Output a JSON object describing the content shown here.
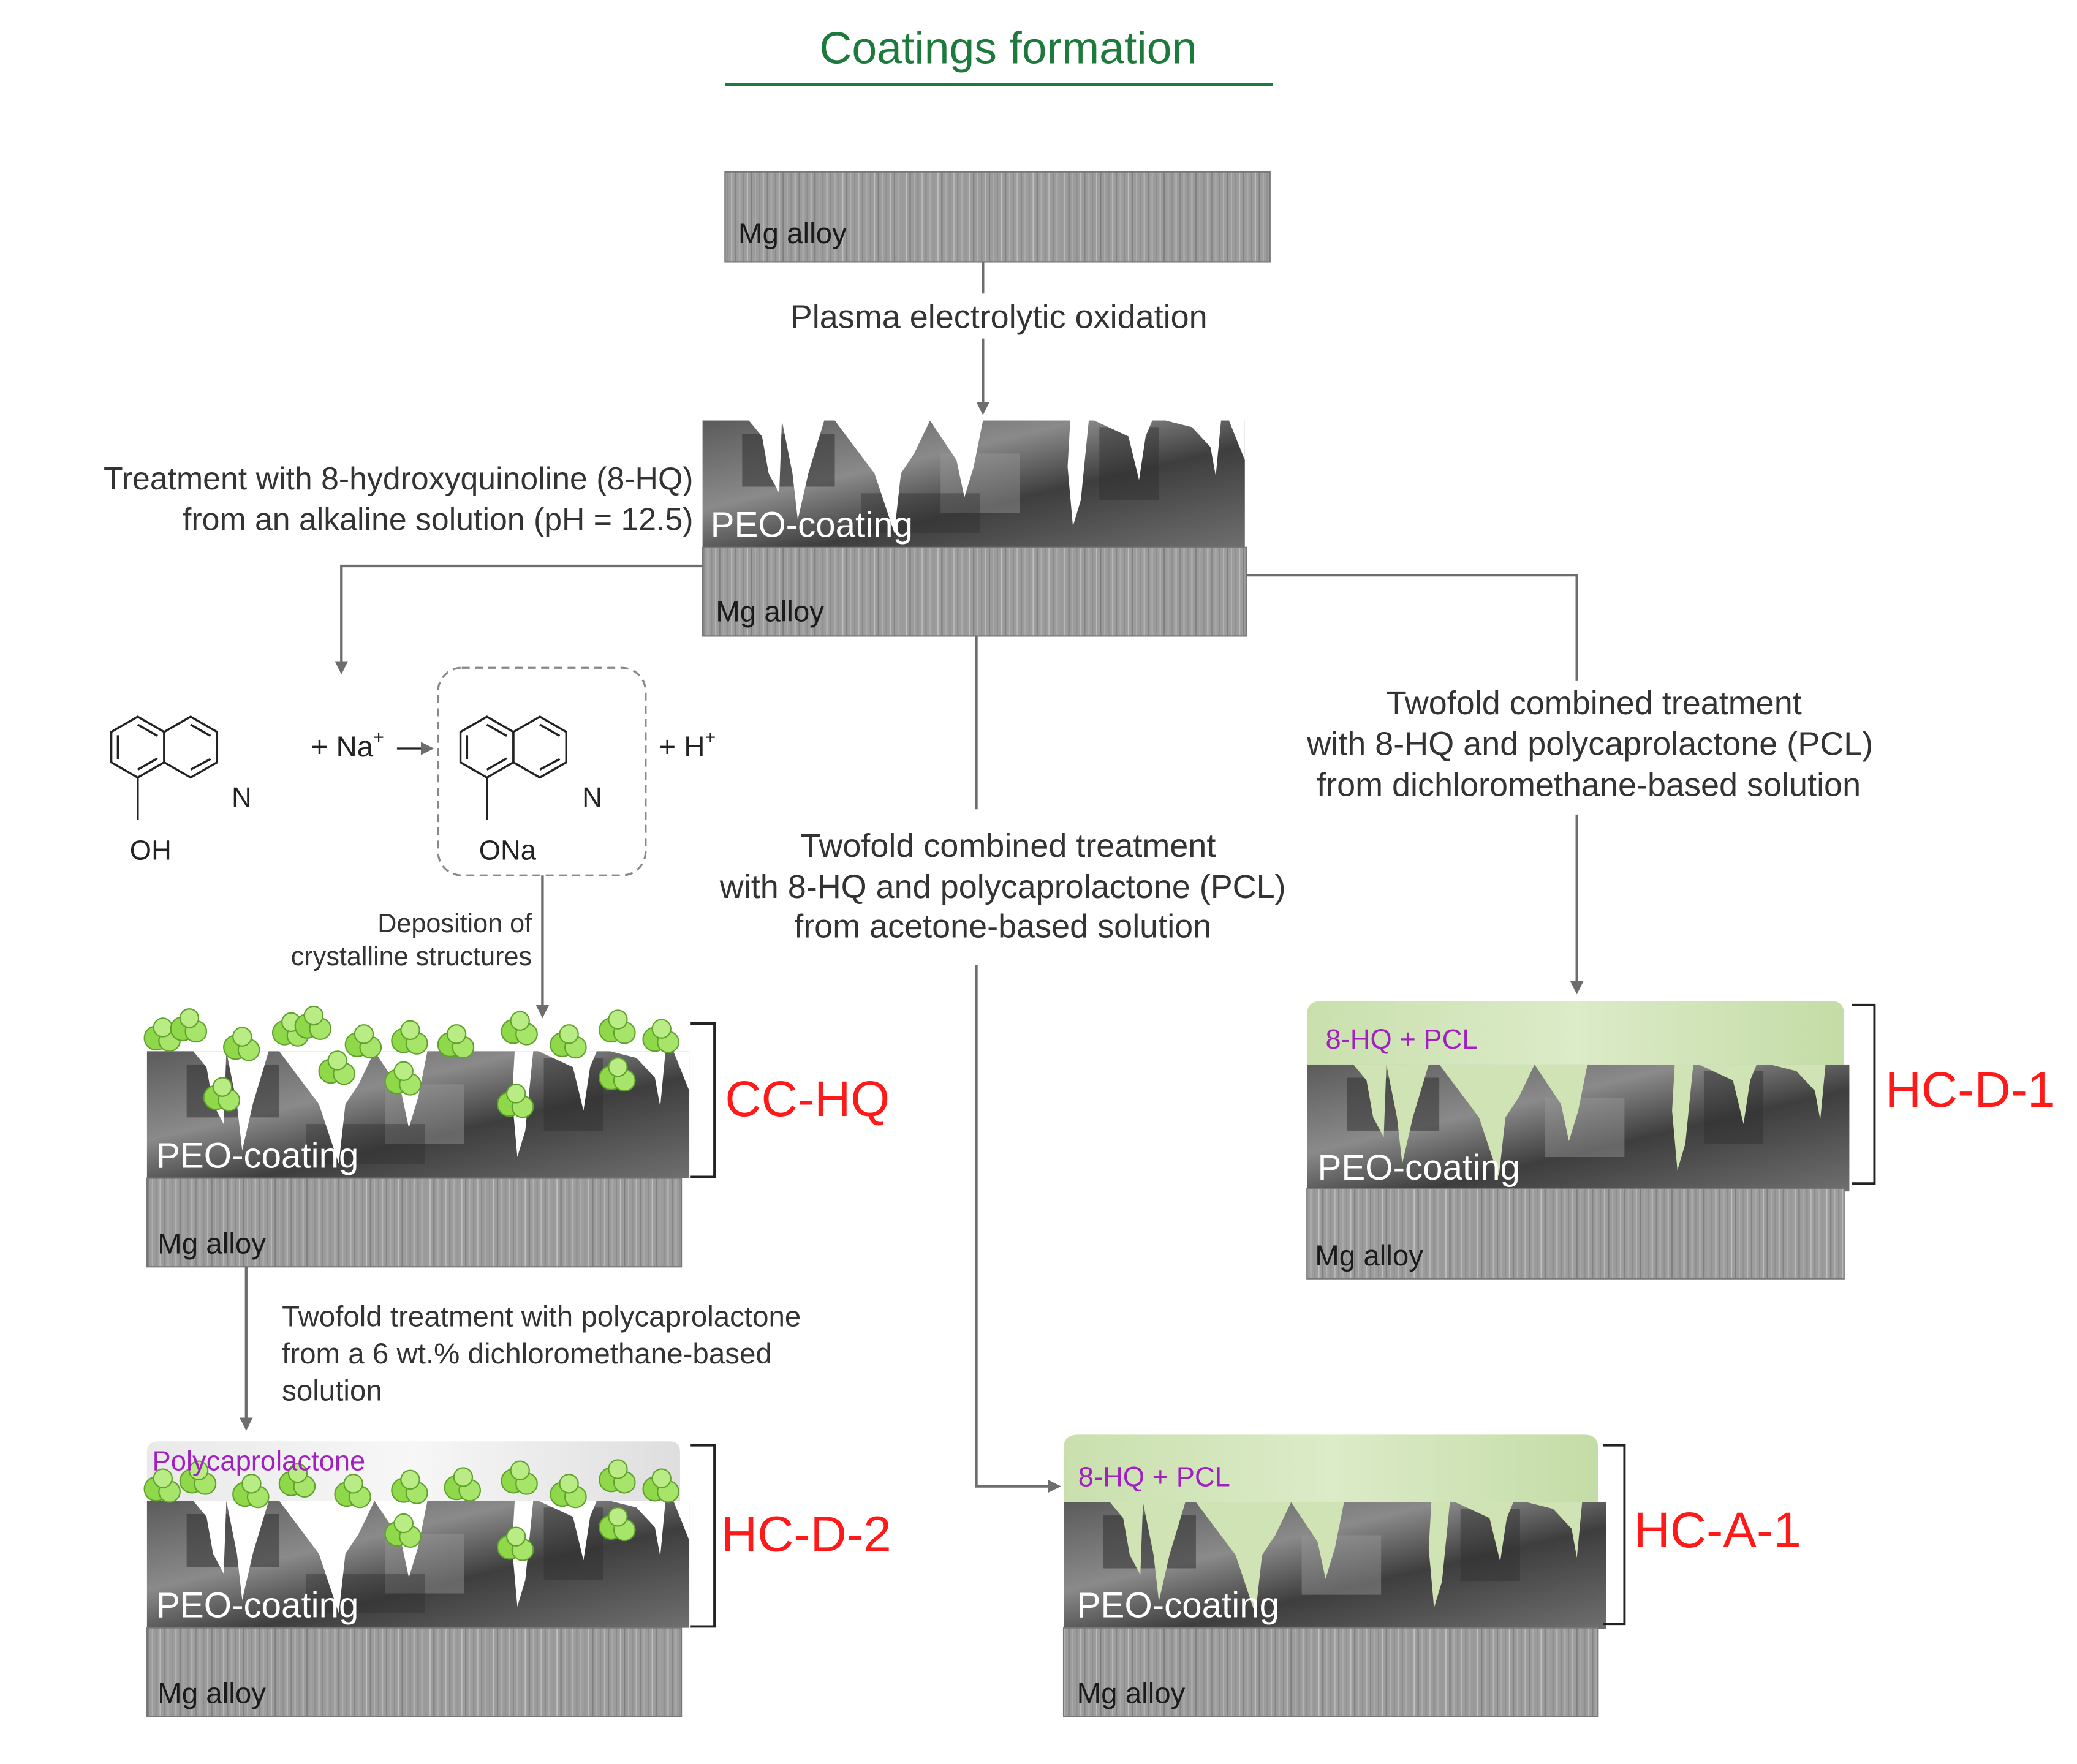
{
  "title": "Coatings formation",
  "colors": {
    "title": "#1e7a3c",
    "text": "#333333",
    "code_label": "#ff1a1a",
    "layer_label": "#a020c0",
    "arrow": "#6d6d6d",
    "metal": "#9a9a9a",
    "peo": "#4a4a4a",
    "crystal": "#8ed84a",
    "pcl": "#cfe3b4"
  },
  "top_sample": {
    "mg_label": "Mg alloy"
  },
  "peo_sample": {
    "coating_label": "PEO-coating",
    "mg_label": "Mg alloy"
  },
  "steps": {
    "peo": "Plasma electrolytic oxidation",
    "hq_line1": "Treatment with 8-hydroxyquinoline (8-HQ)",
    "hq_line2": "from an alkaline solution (pH = 12.5)",
    "acetone_line1": "Twofold combined treatment",
    "acetone_line2": "with 8-HQ and polycaprolactone (PCL)",
    "acetone_line3": "from acetone-based solution",
    "dcm_line1": "Twofold combined treatment",
    "dcm_line2": "with 8-HQ and polycaprolactone (PCL)",
    "dcm_line3": "from dichloromethane-based solution",
    "deposition_line1": "Deposition of",
    "deposition_line2": "crystalline structures",
    "pcl_line1": "Twofold treatment with polycaprolactone",
    "pcl_line2": "from a 6 wt.% dichloromethane-based",
    "pcl_line3": "solution"
  },
  "reaction": {
    "reactant_oh": "OH",
    "reactant_n": "N",
    "plus_na": "+ Na",
    "na_charge": "+",
    "product_ona": "ONa",
    "product_n": "N",
    "plus_h": "+ H",
    "h_charge": "+"
  },
  "samples": {
    "cc_hq": {
      "code": "CC-HQ",
      "coating_label": "PEO-coating",
      "mg_label": "Mg alloy"
    },
    "hc_d_2": {
      "code": "HC-D-2",
      "layer_label": "Polycaprolactone",
      "coating_label": "PEO-coating",
      "mg_label": "Mg alloy"
    },
    "hc_a_1": {
      "code": "HC-A-1",
      "layer_label": "8-HQ + PCL",
      "coating_label": "PEO-coating",
      "mg_label": "Mg alloy"
    },
    "hc_d_1": {
      "code": "HC-D-1",
      "layer_label": "8-HQ + PCL",
      "coating_label": "PEO-coating",
      "mg_label": "Mg alloy"
    }
  }
}
